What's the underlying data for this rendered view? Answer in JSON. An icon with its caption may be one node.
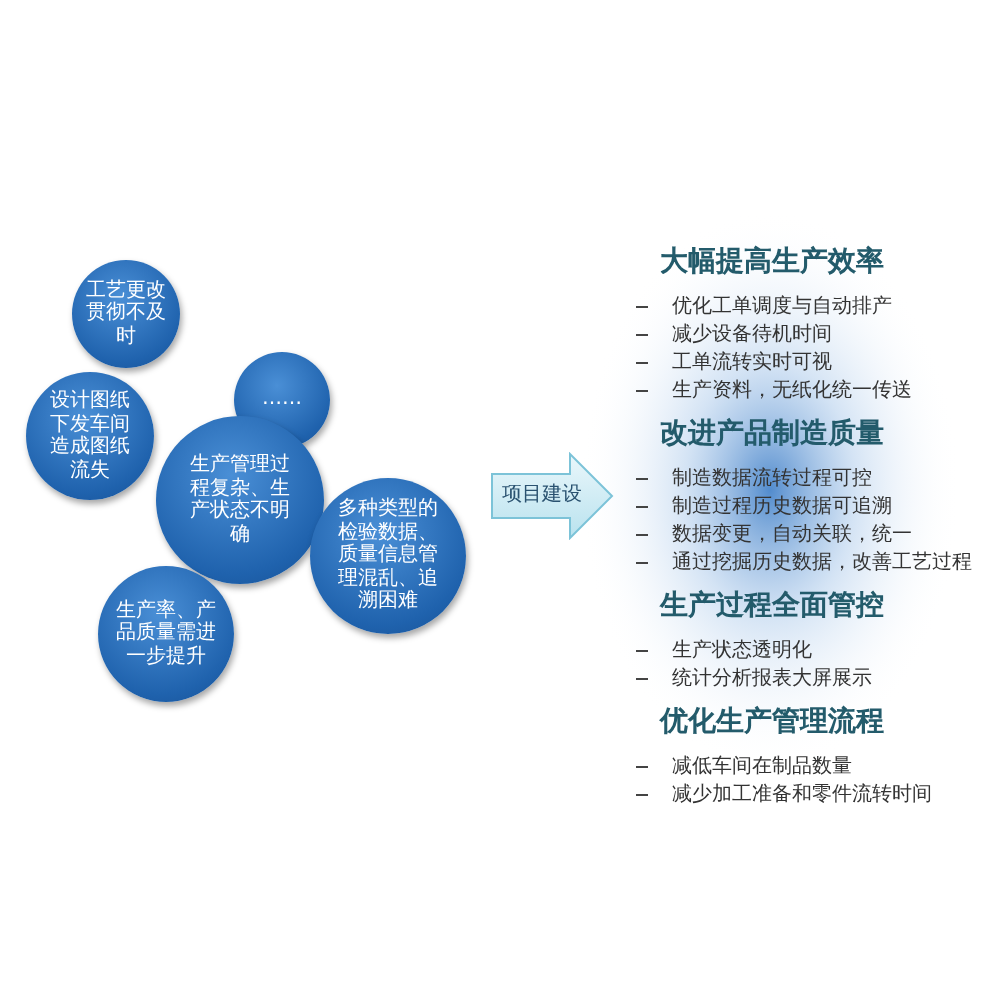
{
  "diagram": {
    "nodes": [
      {
        "text": [
          "工艺更改贯彻不及时"
        ]
      },
      {
        "text": [
          "……"
        ]
      },
      {
        "text": [
          "设计图纸下发车间造成图纸流失"
        ]
      },
      {
        "text": [
          "生产管理过程复杂、生产状态不明确"
        ]
      },
      {
        "text": [
          "多种类型的检验数据、质量信息管理混乱、追溯困难"
        ]
      },
      {
        "text": [
          "生产率、产品质量需进一步提升"
        ]
      },
      {
        "text": [
          "项目建设"
        ]
      }
    ],
    "edges": [],
    "labels": [
      "大幅提高生产效率",
      "优化工单调度与自动排产",
      "减少设备待机时间",
      "工单流转实时可视",
      "生产资料，无纸化统一传送",
      "改进产品制造质量",
      "制造数据流转过程可控",
      "制造过程历史数据可追溯",
      "数据变更，自动关联，统一",
      "通过挖掘历史数据，改善工艺过程",
      "生产过程全面管控",
      "生产状态透明化",
      "统计分析报表大屏展示",
      "优化生产管理流程",
      "减低车间在制品数量",
      "减少加工准备和零件流转时间"
    ]
  }
}
